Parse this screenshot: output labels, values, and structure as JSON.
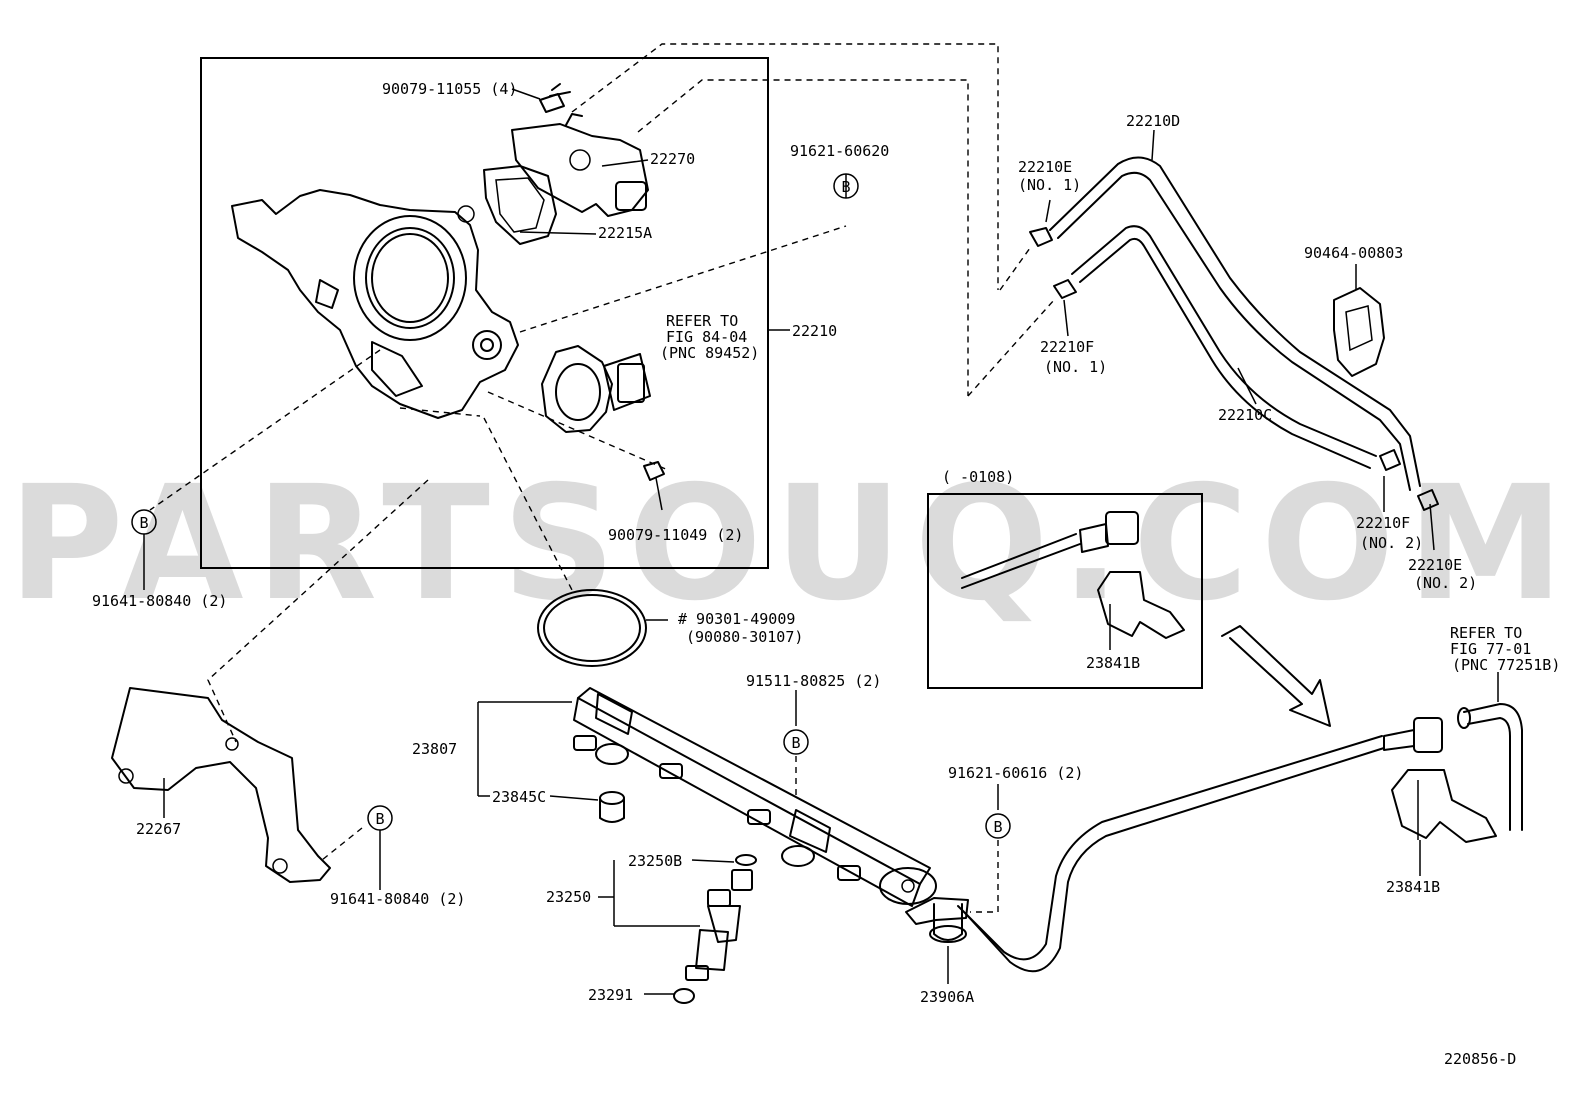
{
  "diagram": {
    "drawing_code": "220856-D",
    "watermark": "PARTSOUQ.COM",
    "inset_title": "(     -0108)",
    "ref_mark": "B",
    "labels": {
      "bolt_90079_11055": "90079-11055 (4)",
      "p22270": "22270",
      "p22215A": "22215A",
      "p22210": "22210",
      "bolt_91621_60620": "91621-60620",
      "refer_fig84_line1": "REFER TO",
      "refer_fig84_line2": "FIG 84-04",
      "refer_fig84_line3": "(PNC 89452)",
      "screw_90079_11049": "90079-11049 (2)",
      "bolt_91641_80840_a": "91641-80840 (2)",
      "oring_90301_49009": "# 90301-49009",
      "oring_90080_30107": "(90080-30107)",
      "p22210D": "22210D",
      "p22210E_no1": "22210E",
      "no1_a": "(NO. 1)",
      "p22210F_no1": "22210F",
      "no1_b": "(NO. 1)",
      "clip_90464_00803": "90464-00803",
      "p22210C": "22210C",
      "p22210F_no2": "22210F",
      "no2_a": "(NO. 2)",
      "p22210E_no2": "22210E",
      "no2_b": "(NO. 2)",
      "p23841B_inset": "23841B",
      "refer_fig77_line1": "REFER TO",
      "refer_fig77_line2": "FIG 77-01",
      "refer_fig77_line3": "(PNC 77251B)",
      "bolt_91511_80825": "91511-80825 (2)",
      "p23807": "23807",
      "p23845C": "23845C",
      "bolt_91621_60616": "91621-60616 (2)",
      "p22267": "22267",
      "bolt_91641_80840_b": "91641-80840 (2)",
      "p23250B": "23250B",
      "p23250": "23250",
      "p23291": "23291",
      "p23906A": "23906A",
      "p23841B": "23841B"
    }
  }
}
